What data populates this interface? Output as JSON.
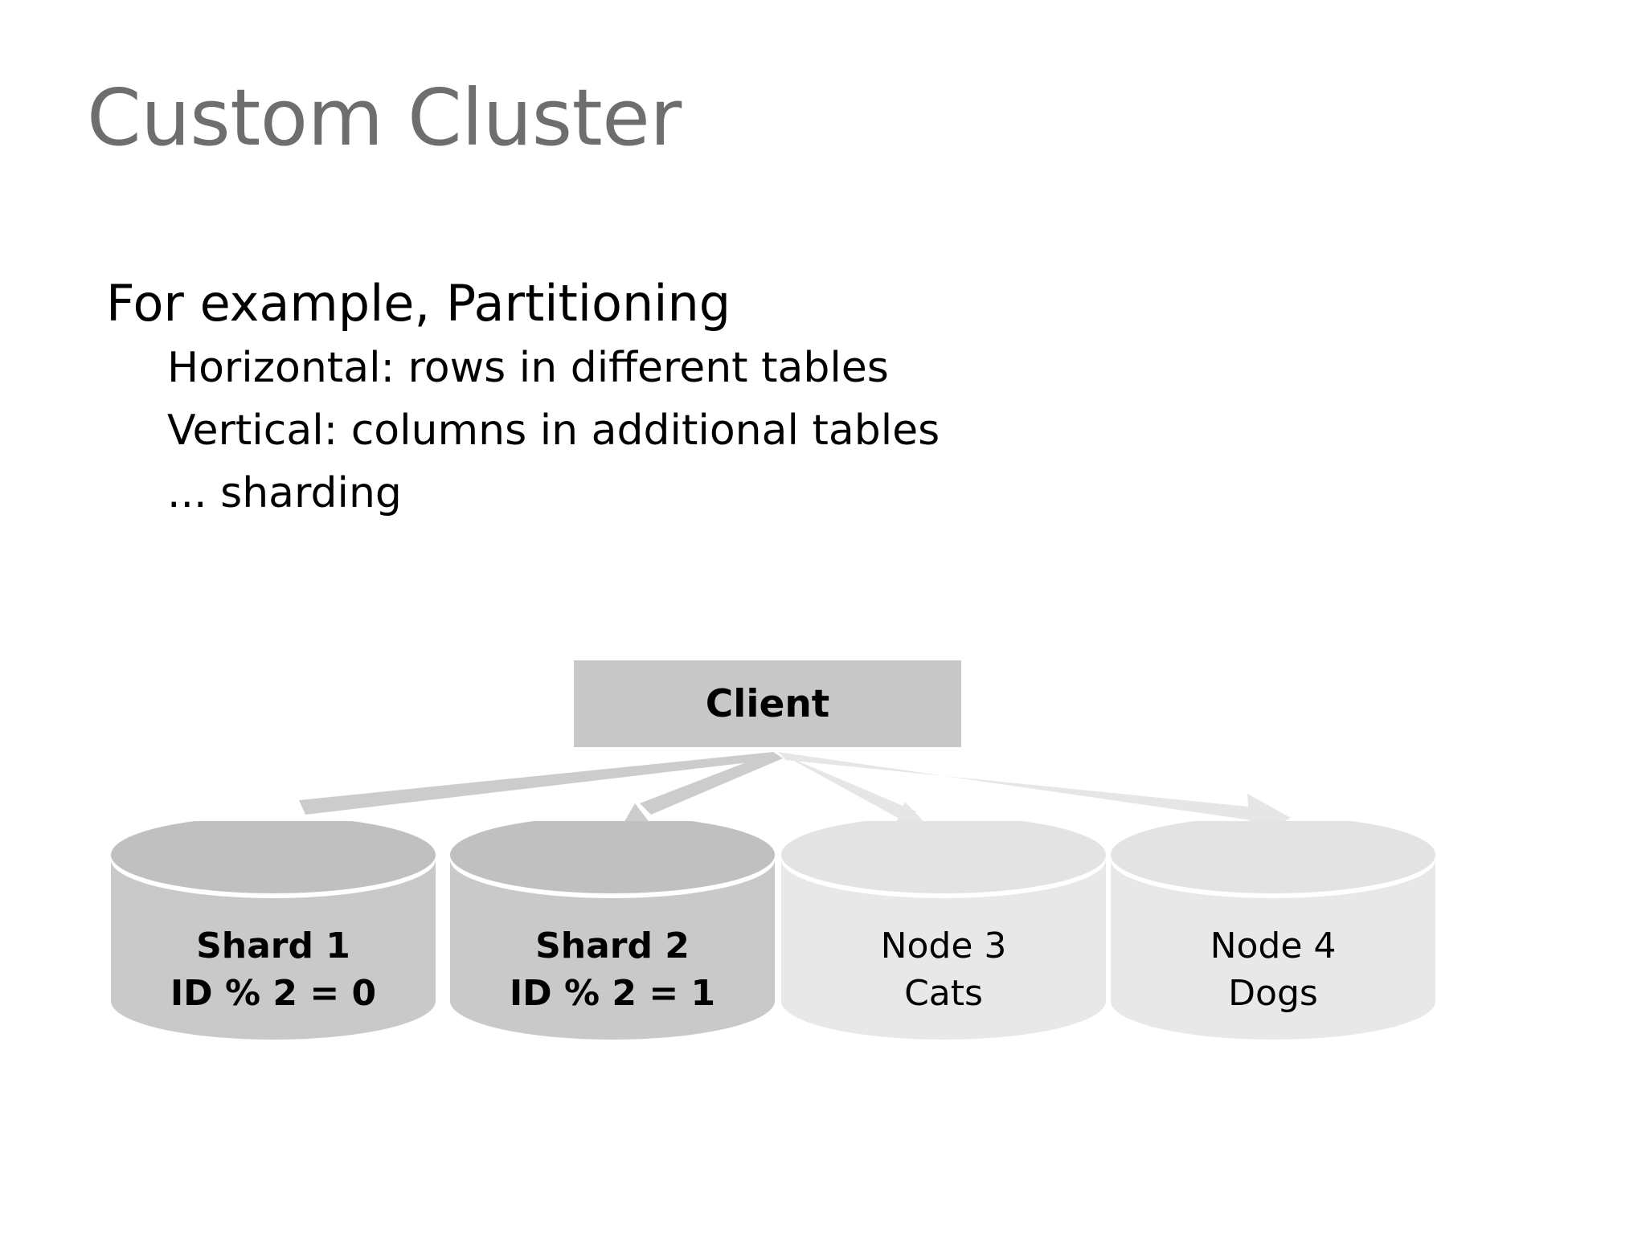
{
  "slide": {
    "title": "Custom Cluster",
    "title_color": "#6e6e6e",
    "background_color": "#ffffff"
  },
  "body": {
    "lines": [
      {
        "text": "For example, Partitioning",
        "level": 1
      },
      {
        "text": "Horizontal: rows in different tables",
        "level": 2
      },
      {
        "text": "Vertical: columns in additional tables",
        "level": 2
      },
      {
        "text": "... sharding",
        "level": 2
      }
    ]
  },
  "diagram": {
    "client": {
      "label": "Client",
      "fill": "#c8c8c8"
    },
    "arrow_colors": {
      "dark": "#cfcfcf",
      "light": "#e6e6e6"
    },
    "nodes": [
      {
        "id": "shard-1",
        "line1": "Shard 1",
        "line2": "ID % 2 = 0",
        "emphasis": "dark",
        "body_fill": "#c9c9c9",
        "top_fill": "#c0c0c0"
      },
      {
        "id": "shard-2",
        "line1": "Shard 2",
        "line2": "ID % 2 = 1",
        "emphasis": "dark",
        "body_fill": "#c9c9c9",
        "top_fill": "#c0c0c0"
      },
      {
        "id": "node-3",
        "line1": "Node 3",
        "line2": "Cats",
        "emphasis": "light",
        "body_fill": "#e8e8e8",
        "top_fill": "#e3e3e3"
      },
      {
        "id": "node-4",
        "line1": "Node 4",
        "line2": "Dogs",
        "emphasis": "light",
        "body_fill": "#e8e8e8",
        "top_fill": "#e3e3e3"
      }
    ]
  }
}
